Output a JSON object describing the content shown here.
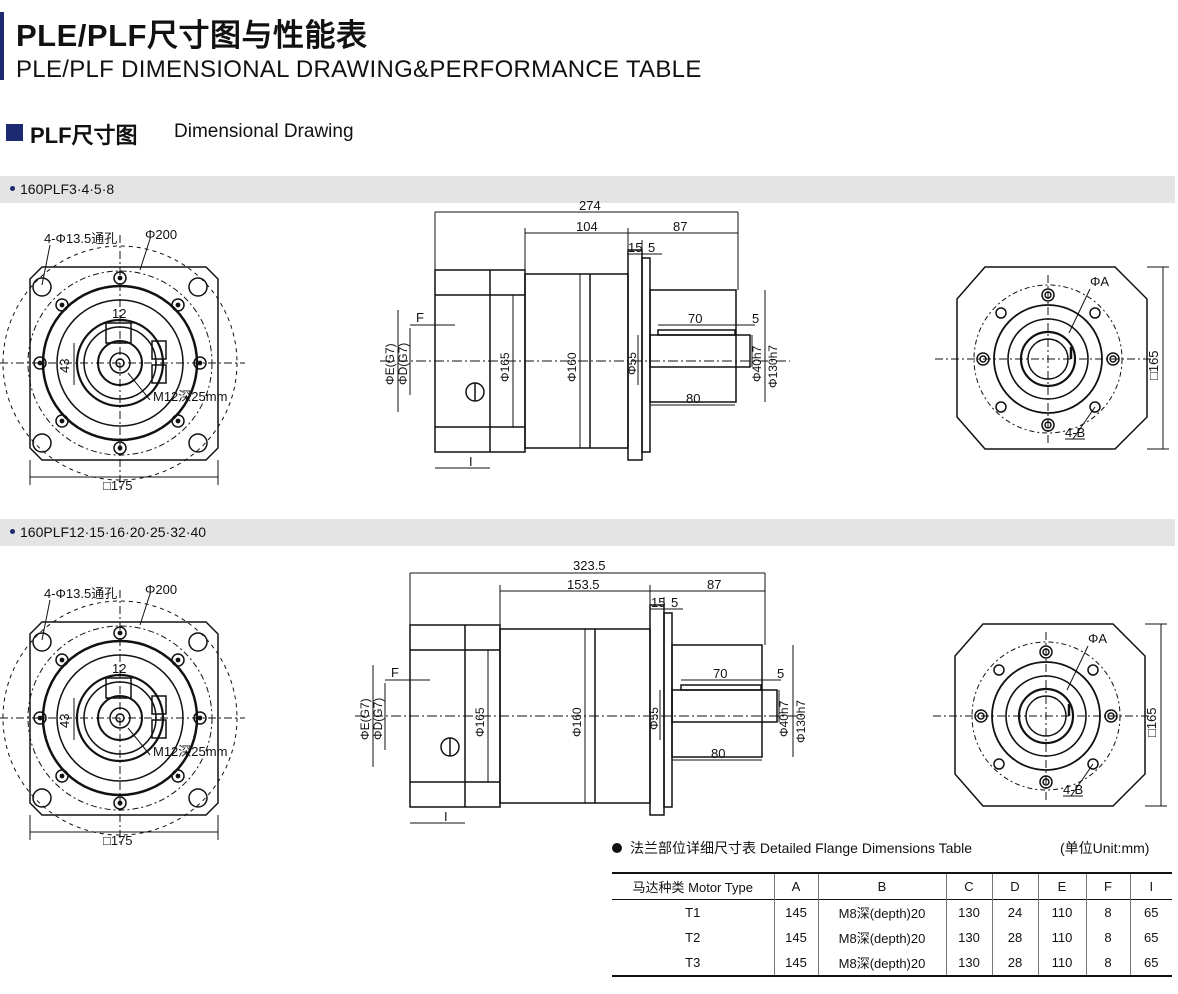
{
  "header": {
    "title_cn": "PLE/PLF尺寸图与性能表",
    "title_en": "PLE/PLF DIMENSIONAL DRAWING&PERFORMANCE TABLE"
  },
  "section": {
    "title_cn": "PLF尺寸图",
    "title_en": "Dimensional Drawing"
  },
  "drawing1": {
    "model": "160PLF3·4·5·8",
    "front": {
      "holes": "4-Φ13.5通孔",
      "pcd": "Φ200",
      "key_w": "12",
      "key_h": "43",
      "thread": "M12深25mm",
      "square": "□175"
    },
    "side": {
      "total": "274",
      "len_a": "104",
      "len_b": "87",
      "flange": "15",
      "spigot": "5",
      "key_len": "70",
      "key_off": "5",
      "shaft_len": "80",
      "f": "F",
      "i": "I",
      "e": "ΦE(G7)",
      "d": "ΦD(G7)",
      "body1": "Φ165",
      "body2": "Φ160",
      "shoulder": "Φ55",
      "shaft": "Φ40h7",
      "pilot": "Φ130h7"
    },
    "rear": {
      "a": "ΦA",
      "b": "4-B",
      "square": "□165"
    }
  },
  "drawing2": {
    "model": "160PLF12·15·16·20·25·32·40",
    "front": {
      "holes": "4-Φ13.5通孔",
      "pcd": "Φ200",
      "key_w": "12",
      "key_h": "43",
      "thread": "M12深25mm",
      "square": "□175"
    },
    "side": {
      "total": "323.5",
      "len_a": "153.5",
      "len_b": "87",
      "flange": "15",
      "spigot": "5",
      "key_len": "70",
      "key_off": "5",
      "shaft_len": "80",
      "f": "F",
      "i": "I",
      "e": "ΦE(G7)",
      "d": "ΦD(G7)",
      "body1": "Φ165",
      "body2": "Φ160",
      "shoulder": "Φ55",
      "shaft": "Φ40h7",
      "pilot": "Φ130h7"
    },
    "rear": {
      "a": "ΦA",
      "b": "4-B",
      "square": "□165"
    }
  },
  "table": {
    "caption": "法兰部位详细尺寸表 Detailed Flange Dimensions Table",
    "unit": "(单位Unit:mm)",
    "headers": [
      "马达种类 Motor Type",
      "A",
      "B",
      "C",
      "D",
      "E",
      "F",
      "I"
    ],
    "rows": [
      [
        "T1",
        "145",
        "M8深(depth)20",
        "130",
        "24",
        "110",
        "8",
        "65"
      ],
      [
        "T2",
        "145",
        "M8深(depth)20",
        "130",
        "28",
        "110",
        "8",
        "65"
      ],
      [
        "T3",
        "145",
        "M8深(depth)20",
        "130",
        "28",
        "110",
        "8",
        "65"
      ]
    ]
  }
}
